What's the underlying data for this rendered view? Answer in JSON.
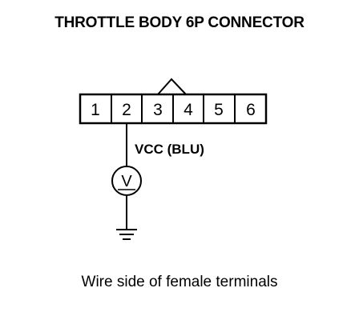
{
  "title": "THROTTLE BODY 6P CONNECTOR",
  "connector": {
    "pins": [
      "1",
      "2",
      "3",
      "4",
      "5",
      "6"
    ]
  },
  "probe": {
    "label": "VCC (BLU)",
    "meter_symbol": "V"
  },
  "caption": "Wire side of female terminals"
}
